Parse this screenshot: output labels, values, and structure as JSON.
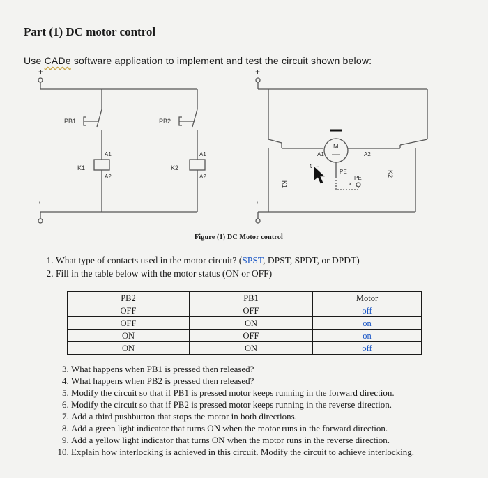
{
  "title": "Part (1) DC motor control",
  "intro": {
    "before": "Use ",
    "software": "CADe",
    "after": " software application to implement and test the circuit shown below:"
  },
  "circuit": {
    "plus": "+",
    "minus": "-",
    "pb1": "PB1",
    "pb2": "PB2",
    "k1": "K1",
    "k2": "K2",
    "a1": "A1",
    "a2": "A2",
    "m": "M",
    "pe": "PE",
    "k1_contact": "K1",
    "k2_contact": "K2"
  },
  "caption": "Figure (1) DC Motor control",
  "q1": {
    "before": "What type of contacts used in the motor circuit? (",
    "answer": "SPST",
    "after": ", DPST, SPDT, or DPDT)"
  },
  "q2": "Fill in the table below with the motor status (ON or OFF)",
  "table": {
    "headers": [
      "PB2",
      "PB1",
      "Motor"
    ],
    "rows": [
      [
        "OFF",
        "OFF",
        "off"
      ],
      [
        "OFF",
        "ON",
        "on"
      ],
      [
        "ON",
        "OFF",
        "on"
      ],
      [
        "ON",
        "ON",
        "off"
      ]
    ]
  },
  "questions": [
    "What happens when PB1 is pressed then released?",
    "What happens when PB2 is pressed then released?",
    "Modify the circuit so that if PB1 is pressed motor keeps running in the forward direction.",
    "Modify the circuit so that if PB2 is pressed motor keeps running in the reverse direction.",
    "Add a third pushbutton that stops the motor in both directions.",
    "Add a green light indicator that turns ON when the motor runs in the forward direction.",
    "Add a yellow light indicator that turns ON when the motor runs in the reverse direction.",
    "Explain how interlocking is achieved in this circuit. Modify the circuit to achieve interlocking."
  ]
}
